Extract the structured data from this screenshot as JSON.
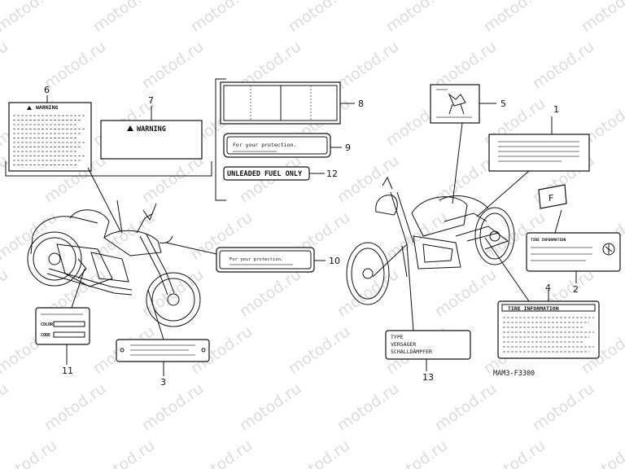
{
  "watermark": "motod.ru",
  "part_code": "MAM3-F3300",
  "callouts": [
    "1",
    "2",
    "3",
    "4",
    "5",
    "6",
    "7",
    "8",
    "9",
    "10",
    "11",
    "12",
    "13"
  ],
  "labels": {
    "warning_6": "WARNING",
    "warning_7": "WARNING",
    "protection_9": "For your protection.",
    "fuel_12": "UNLEADED FUEL ONLY",
    "protection_10": "For your protection.",
    "color_11": "COLOR",
    "code_11": "CODE",
    "tire_info": "TIRE INFORMATION",
    "tire_small": "TIRE INFORMATION",
    "type": "TYPE",
    "versager": "VERSAGER",
    "schalldampfer": "SCHALLDÄMPFER"
  },
  "colors": {
    "line": "#111111",
    "watermark": "#dcdcdc"
  }
}
